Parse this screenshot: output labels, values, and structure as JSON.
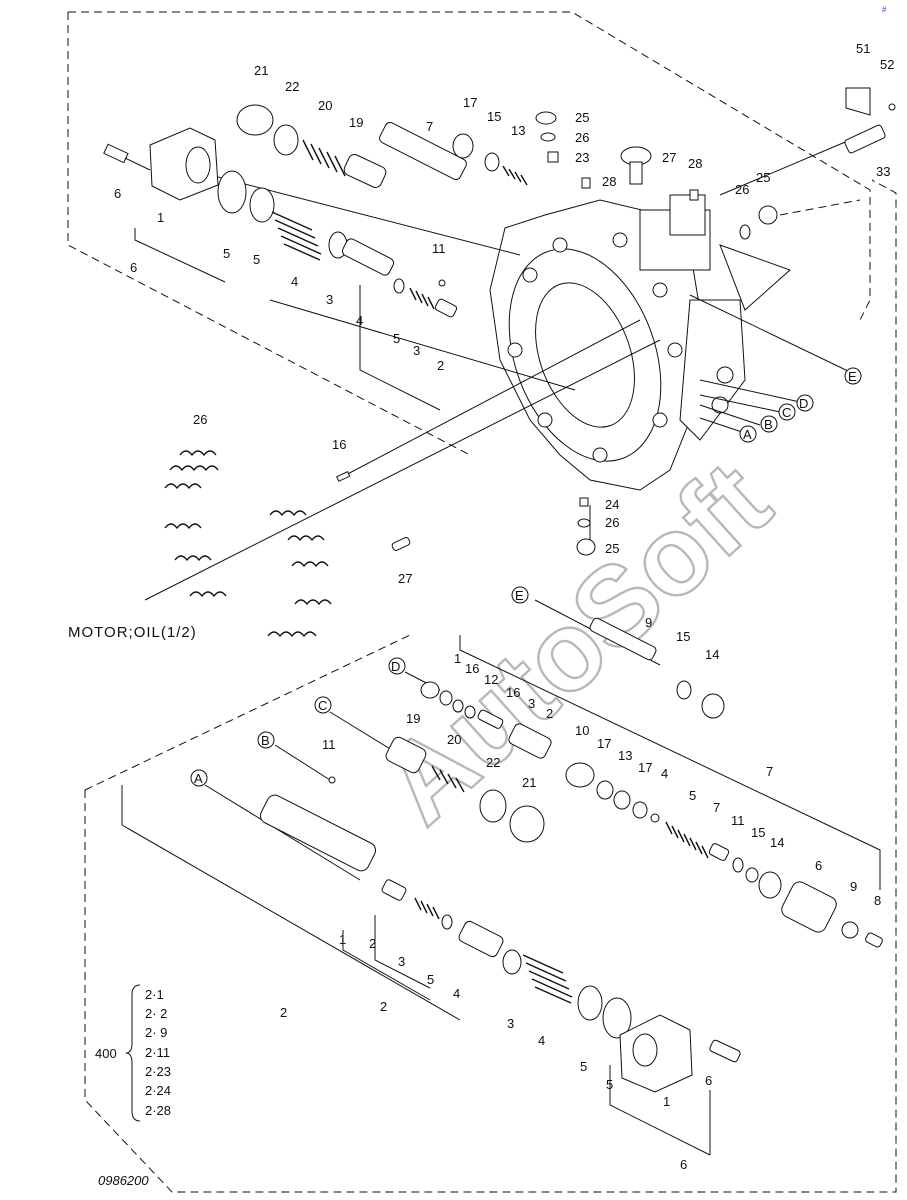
{
  "diagram": {
    "drawing_number": "0986200",
    "section_title": "MOTOR;OIL(1/2)",
    "watermark": "AutoSoft",
    "corner_mark": "#",
    "kit": {
      "number": "400",
      "items": [
        "2·1",
        "2· 2",
        "2· 9",
        "2·11",
        "2·23",
        "2·24",
        "2·28"
      ]
    },
    "circle_refs": [
      "A",
      "B",
      "C",
      "D",
      "E"
    ],
    "part_labels": {
      "p1": "1",
      "p2": "2",
      "p3": "3",
      "p4": "4",
      "p5": "5",
      "p6": "6",
      "p7": "7",
      "p8": "8",
      "p9": "9",
      "p10": "10",
      "p11": "11",
      "p12": "12",
      "p13": "13",
      "p14": "14",
      "p15": "15",
      "p16": "16",
      "p17": "17",
      "p19": "19",
      "p20": "20",
      "p21": "21",
      "p22": "22",
      "p23": "23",
      "p24": "24",
      "p25": "25",
      "p26": "26",
      "p27": "27",
      "p28": "28",
      "p33": "33",
      "p51": "51",
      "p52": "52"
    }
  }
}
